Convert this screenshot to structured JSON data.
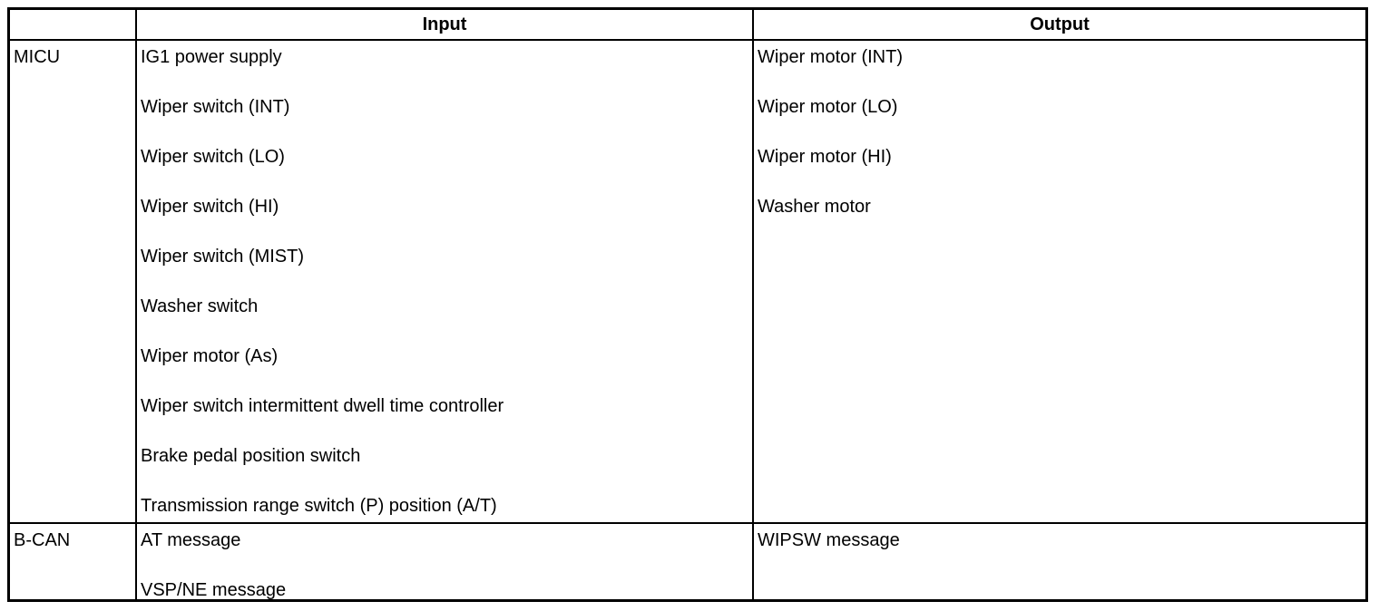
{
  "colors": {
    "border": "#000000",
    "text": "#000000",
    "background": "#ffffff"
  },
  "table": {
    "header": {
      "blank": "",
      "input": "Input",
      "output": "Output"
    },
    "rows": [
      {
        "label": "MICU",
        "inputs": [
          "IG1 power supply",
          "Wiper switch (INT)",
          "Wiper switch (LO)",
          "Wiper switch (HI)",
          "Wiper switch (MIST)",
          "Washer switch",
          "Wiper motor (As)",
          "Wiper switch intermittent dwell time controller",
          "Brake pedal position switch",
          "Transmission range switch (P) position (A/T)"
        ],
        "outputs": [
          "Wiper motor (INT)",
          "Wiper motor (LO)",
          "Wiper motor (HI)",
          "Washer motor"
        ]
      },
      {
        "label": "B-CAN",
        "inputs": [
          "AT message",
          "VSP/NE message"
        ],
        "outputs": [
          "WIPSW message"
        ]
      }
    ]
  }
}
